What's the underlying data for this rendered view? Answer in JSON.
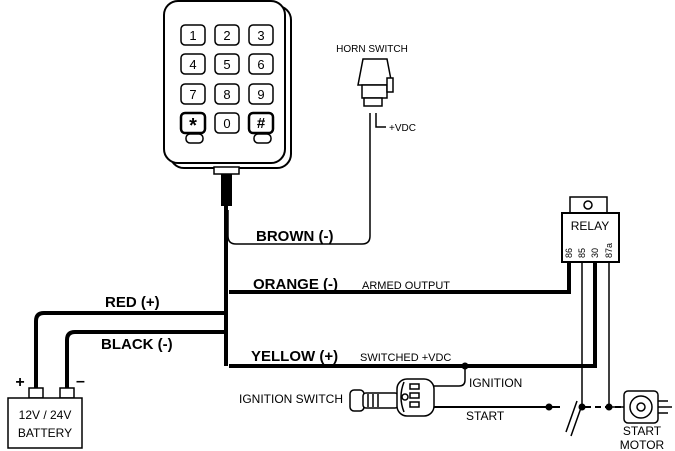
{
  "keypad": {
    "keys": [
      "1",
      "2",
      "3",
      "4",
      "5",
      "6",
      "7",
      "8",
      "9",
      "*",
      "0",
      "#"
    ]
  },
  "horn": {
    "label": "HORN SWITCH",
    "supply": "+VDC"
  },
  "relay": {
    "label": "RELAY",
    "pins": [
      "86",
      "85",
      "30",
      "87a"
    ]
  },
  "wires": {
    "brown": "BROWN (-)",
    "orange": "ORANGE (-)",
    "orange_note": "ARMED OUTPUT",
    "red": "RED (+)",
    "black": "BLACK (-)",
    "yellow": "YELLOW (+)",
    "yellow_note": "SWITCHED +VDC"
  },
  "battery": {
    "line1": "12V / 24V",
    "line2": "BATTERY",
    "pos": "+",
    "neg": "–"
  },
  "ignition": {
    "switch_label": "IGNITION SWITCH",
    "ignition": "IGNITION",
    "start": "START"
  },
  "motor": {
    "line1": "START",
    "line2": "MOTOR"
  }
}
